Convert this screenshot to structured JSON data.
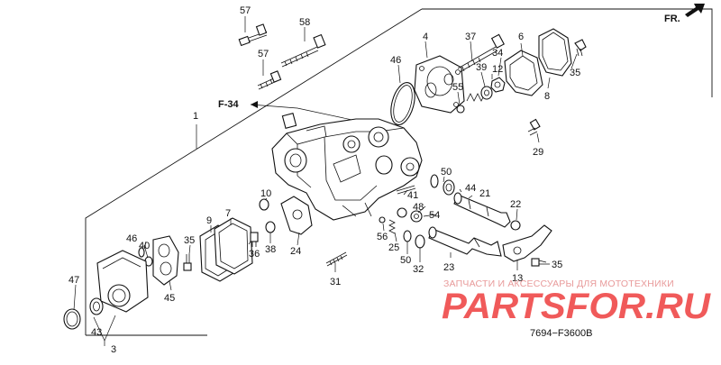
{
  "direction_label": "FR.",
  "ref_label": "F-34",
  "part_numbers": [
    "57",
    "58",
    "57",
    "1",
    "4",
    "37",
    "6",
    "46",
    "39",
    "34",
    "35",
    "12",
    "55",
    "8",
    "29",
    "50",
    "44",
    "21",
    "41",
    "10",
    "9",
    "7",
    "48",
    "54",
    "22",
    "56",
    "25",
    "50",
    "32",
    "23",
    "46",
    "40",
    "35",
    "36",
    "38",
    "24",
    "31",
    "47",
    "45",
    "13",
    "35",
    "43",
    "3"
  ],
  "watermark": {
    "caption": "ЗАПЧАСТИ И АКСЕССУАРЫ ДЛЯ МОТОТЕХНИКИ",
    "logo_text": "PARTSFOR.RU"
  },
  "diagram_code": "7694−F3600B",
  "colors": {
    "ink": "#111111",
    "watermark": "#f05a5a",
    "background": "#ffffff"
  }
}
